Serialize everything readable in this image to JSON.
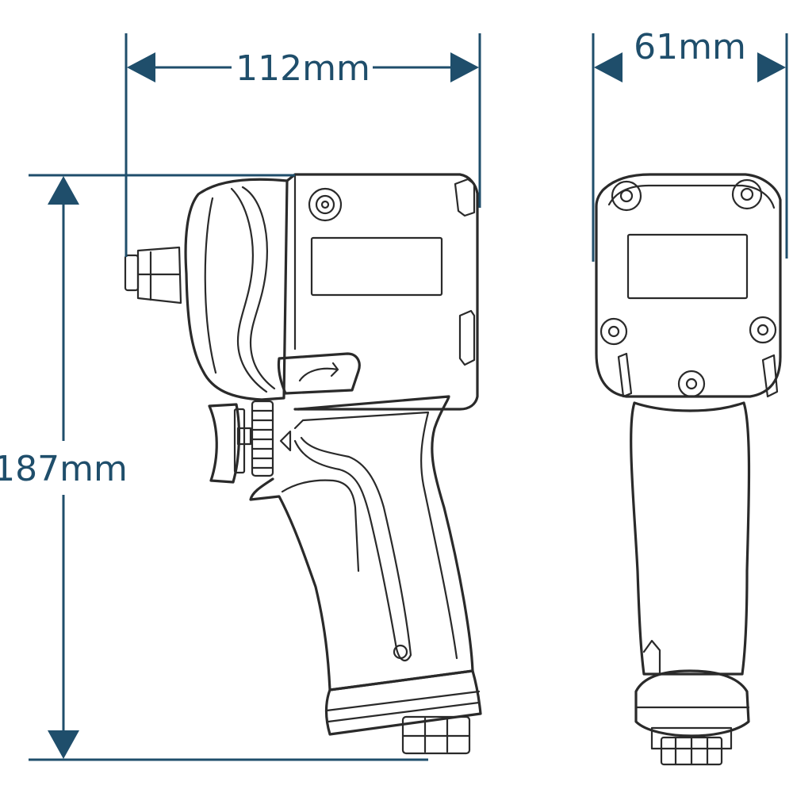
{
  "colors": {
    "dimension": "#1f4e6b",
    "outline": "#2a2a2a",
    "background": "#ffffff"
  },
  "dimensions": {
    "length": "112mm",
    "width": "61mm",
    "height": "187mm"
  }
}
